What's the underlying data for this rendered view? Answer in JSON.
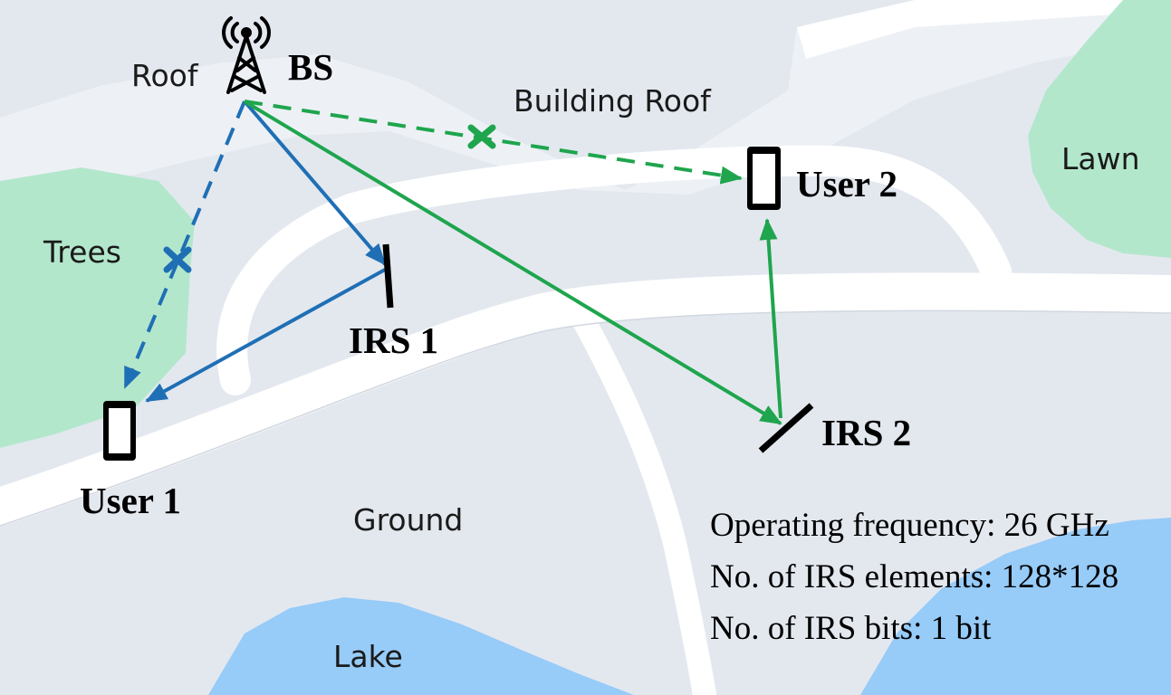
{
  "map_labels": {
    "roof": "Roof",
    "building_roof": "Building Roof",
    "lawn": "Lawn",
    "trees": "Trees",
    "ground": "Ground",
    "lake": "Lake"
  },
  "nodes": {
    "bs": "BS",
    "irs1": "IRS 1",
    "irs2": "IRS 2",
    "user1": "User 1",
    "user2": "User 2"
  },
  "parameters": [
    "Operating frequency: 26 GHz",
    "No. of IRS elements: 128*128",
    "No. of IRS bits: 1 bit"
  ],
  "colors": {
    "background": "#e3e8ef",
    "road": "#ffffff",
    "vegetation": "#b3e7cc",
    "lake": "#97cbf8",
    "link_user1": "#1f6fb5",
    "link_user2": "#1fa54d",
    "icon": "#000000"
  },
  "links": [
    {
      "from": "BS",
      "to": "User 1",
      "style": "dashed",
      "color": "link_user1",
      "blocked": true
    },
    {
      "from": "BS",
      "to": "IRS 1",
      "style": "solid",
      "color": "link_user1",
      "blocked": false
    },
    {
      "from": "IRS 1",
      "to": "User 1",
      "style": "solid",
      "color": "link_user1",
      "blocked": false
    },
    {
      "from": "BS",
      "to": "User 2",
      "style": "dashed",
      "color": "link_user2",
      "blocked": true
    },
    {
      "from": "BS",
      "to": "IRS 2",
      "style": "solid",
      "color": "link_user2",
      "blocked": false
    },
    {
      "from": "IRS 2",
      "to": "User 2",
      "style": "solid",
      "color": "link_user2",
      "blocked": false
    }
  ]
}
